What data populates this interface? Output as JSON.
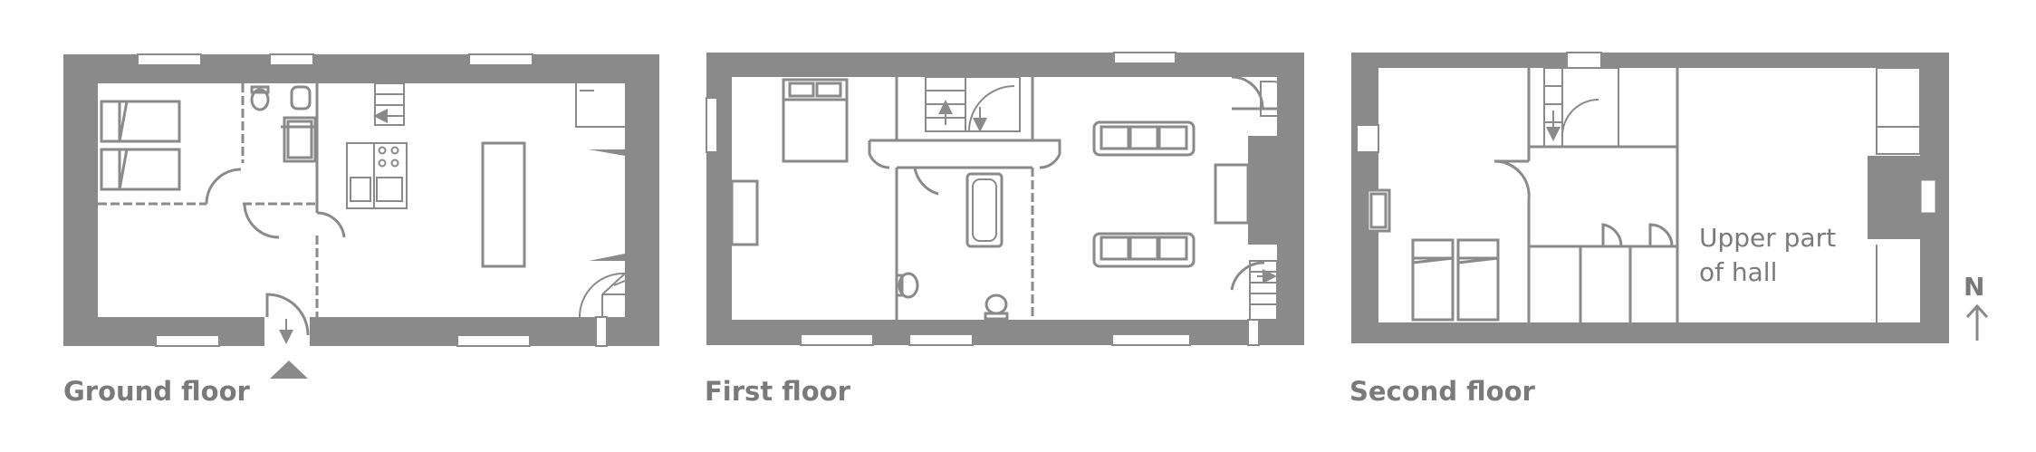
{
  "floors": {
    "ground": {
      "label": "Ground floor"
    },
    "first": {
      "label": "First floor"
    },
    "second": {
      "label": "Second floor"
    }
  },
  "annotations": {
    "upper_hall_line1": "Upper part",
    "upper_hall_line2": "of hall"
  },
  "compass": {
    "north_label": "N"
  },
  "colors": {
    "wall": "#8a8a8a",
    "line": "#8a8a8a",
    "furniture_fill": "#ffffff",
    "text": "#7a7a7a"
  }
}
